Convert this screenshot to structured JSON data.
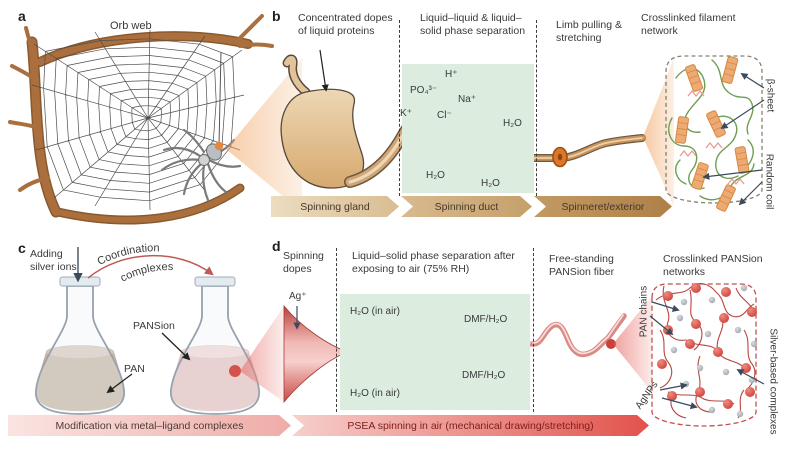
{
  "figure": {
    "panels": {
      "a": {
        "label": "a",
        "title": "Orb web"
      },
      "b": {
        "label": "b",
        "headers": {
          "dopes": "Concentrated dopes of liquid proteins",
          "phase": "Liquid–liquid & liquid–solid phase separation",
          "limb": "Limb pulling & stretching",
          "network": "Crosslinked filament network"
        },
        "ions": {
          "k": "K⁺",
          "po4": "PO₄³⁻",
          "h": "H⁺",
          "na": "Na⁺",
          "cl": "Cl⁻",
          "h2o": "H₂O"
        },
        "banner": {
          "gland": "Spinning gland",
          "duct": "Spinning duct",
          "spinneret": "Spinneret/exterior"
        },
        "network_labels": {
          "beta": "β-sheet",
          "coil": "Random coil"
        }
      },
      "c": {
        "label": "c",
        "adding": "Adding silver ions",
        "coordination_1": "Coordination",
        "coordination_2": "complexes",
        "pan": "PAN",
        "pansion": "PANSion",
        "banner": "Modification via metal–ligand complexes"
      },
      "d": {
        "label": "d",
        "headers": {
          "dopes": "Spinning dopes",
          "phase": "Liquid–solid phase separation after exposing to air (75% RH)",
          "fiber": "Free-standing PANSion fiber",
          "network": "Crosslinked PANSion networks"
        },
        "ag": "Ag⁺",
        "h2o_air": "H₂O (in air)",
        "dmf": "DMF/H₂O",
        "banner": "PSEA spinning in air (mechanical drawing/stretching)",
        "network_labels": {
          "pan_chains": "PAN chains",
          "agnps": "AgNPs",
          "silver": "Silver-based complexes"
        }
      }
    },
    "colors": {
      "tan": "#c5a06b",
      "mint": "#dcecdf",
      "red": "#e2524d",
      "orange": "#dd7626"
    }
  }
}
